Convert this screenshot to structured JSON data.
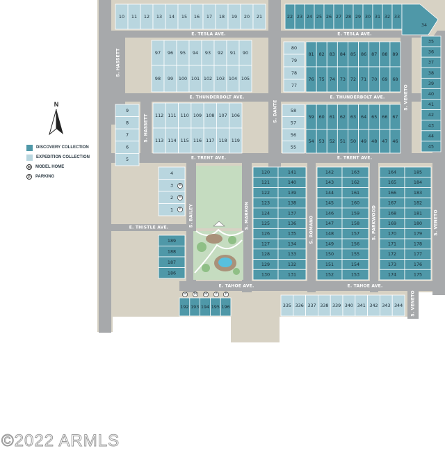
{
  "legend": {
    "discovery_label": "DISCOVERY COLLECTION",
    "expedition_label": "EXPEDITION COLLECTION",
    "model_home_label": "MODEL HOME",
    "parking_label": "PARKING",
    "model_symbol": "M",
    "parking_symbol": "P"
  },
  "compass": {
    "label": "N"
  },
  "colors": {
    "discovery": "#4f98a8",
    "expedition": "#b9d6df",
    "road": "#a7a9ab",
    "land": "#d7d2c4",
    "park": "#c5dcc0"
  },
  "streets": {
    "tesla_west": "E. TESLA AVE.",
    "tesla_east": "E. TESLA AVE.",
    "thunderbolt_west": "E. THUNDERBOLT AVE.",
    "thunderbolt_east": "E. THUNDERBOLT AVE.",
    "trent_west": "E. TRENT AVE.",
    "trent_east": "E. TRENT AVE.",
    "thistle": "E. THISTLE AVE.",
    "tahoe_west": "E. TAHOE AVE.",
    "tahoe_east": "E. TAHOE AVE.",
    "hassett_north": "S. HASSETT",
    "hassett_south": "S. HASSETT",
    "dante": "S. DANTE",
    "veneto_north": "S. VENETO",
    "veneto_mid": "S. VENETO",
    "veneto_south": "S. VENETO",
    "bailey": "S. BAILEY",
    "marron": "S. MARRON",
    "romano": "S. ROMANO",
    "parkwood": "S. PARKWOOD"
  },
  "lots": {
    "top_left": [
      "10",
      "11",
      "12",
      "13",
      "14",
      "15",
      "16",
      "17",
      "18",
      "19",
      "20",
      "21"
    ],
    "top_right": [
      "22",
      "23",
      "24",
      "25",
      "26",
      "27",
      "28",
      "29",
      "30",
      "31",
      "32",
      "33"
    ],
    "lot_34": "34",
    "east_col": [
      "35",
      "36",
      "37",
      "38",
      "39",
      "40",
      "41",
      "42",
      "43",
      "44",
      "45"
    ],
    "nw_top": [
      "97",
      "96",
      "95",
      "94",
      "93",
      "92",
      "91",
      "90"
    ],
    "nw_bottom": [
      "98",
      "99",
      "100",
      "101",
      "102",
      "103",
      "104",
      "105"
    ],
    "ne_col": [
      "80",
      "79",
      "78",
      "77"
    ],
    "ne_top": [
      "81",
      "82",
      "83",
      "84",
      "85",
      "86",
      "87",
      "88",
      "89"
    ],
    "ne_bottom": [
      "76",
      "75",
      "74",
      "73",
      "72",
      "71",
      "70",
      "69",
      "68"
    ],
    "west_col": [
      "9",
      "8",
      "7",
      "6",
      "5"
    ],
    "mid_top": [
      "112",
      "111",
      "110",
      "109",
      "108",
      "107",
      "106"
    ],
    "mid_bottom": [
      "113",
      "114",
      "115",
      "116",
      "117",
      "118",
      "119"
    ],
    "mid_east_col": [
      "58",
      "57",
      "56",
      "55"
    ],
    "mid_east_top": [
      "59",
      "60",
      "61",
      "62",
      "63",
      "64",
      "65",
      "66",
      "67"
    ],
    "mid_east_bottom": [
      "54",
      "53",
      "52",
      "51",
      "50",
      "49",
      "48",
      "47",
      "46"
    ],
    "small_col": [
      "4",
      "3",
      "2",
      "1"
    ],
    "marron_a": [
      "120",
      "121",
      "122",
      "123",
      "124",
      "125",
      "126",
      "127",
      "128",
      "129",
      "130"
    ],
    "marron_b": [
      "141",
      "140",
      "139",
      "138",
      "137",
      "136",
      "135",
      "134",
      "133",
      "132",
      "131"
    ],
    "romano_a": [
      "142",
      "143",
      "144",
      "145",
      "146",
      "147",
      "148",
      "149",
      "150",
      "151",
      "152"
    ],
    "romano_b": [
      "163",
      "162",
      "161",
      "160",
      "159",
      "158",
      "157",
      "156",
      "155",
      "154",
      "153"
    ],
    "parkwood_a": [
      "164",
      "165",
      "166",
      "167",
      "168",
      "169",
      "170",
      "171",
      "172",
      "173",
      "174"
    ],
    "parkwood_b": [
      "185",
      "184",
      "183",
      "182",
      "181",
      "180",
      "179",
      "178",
      "177",
      "176",
      "175"
    ],
    "thistle_col": [
      "189",
      "188",
      "187",
      "186"
    ],
    "tahoe_west_row": [
      "192",
      "193",
      "194",
      "195",
      "196"
    ],
    "tahoe_east_row": [
      "335",
      "336",
      "337",
      "338",
      "339",
      "340",
      "341",
      "342",
      "343",
      "344"
    ]
  },
  "watermark": "©2022 ARMLS"
}
